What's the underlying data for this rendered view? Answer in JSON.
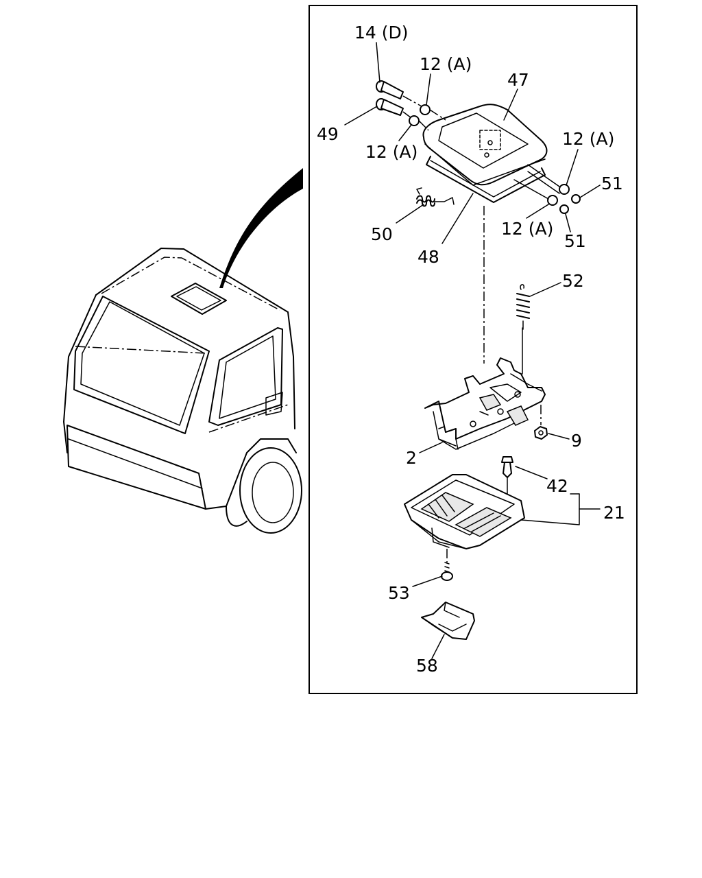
{
  "parts": {
    "p14d": "14 (D)",
    "p12a_top": "12 (A)",
    "p47": "47",
    "p49": "49",
    "p12a_left": "12 (A)",
    "p12a_right": "12 (A)",
    "p51_top": "51",
    "p50": "50",
    "p12a_bottom": "12 (A)",
    "p51_bottom": "51",
    "p48": "48",
    "p52": "52",
    "p9": "9",
    "p2": "2",
    "p42": "42",
    "p21": "21",
    "p53": "53",
    "p58": "58"
  }
}
